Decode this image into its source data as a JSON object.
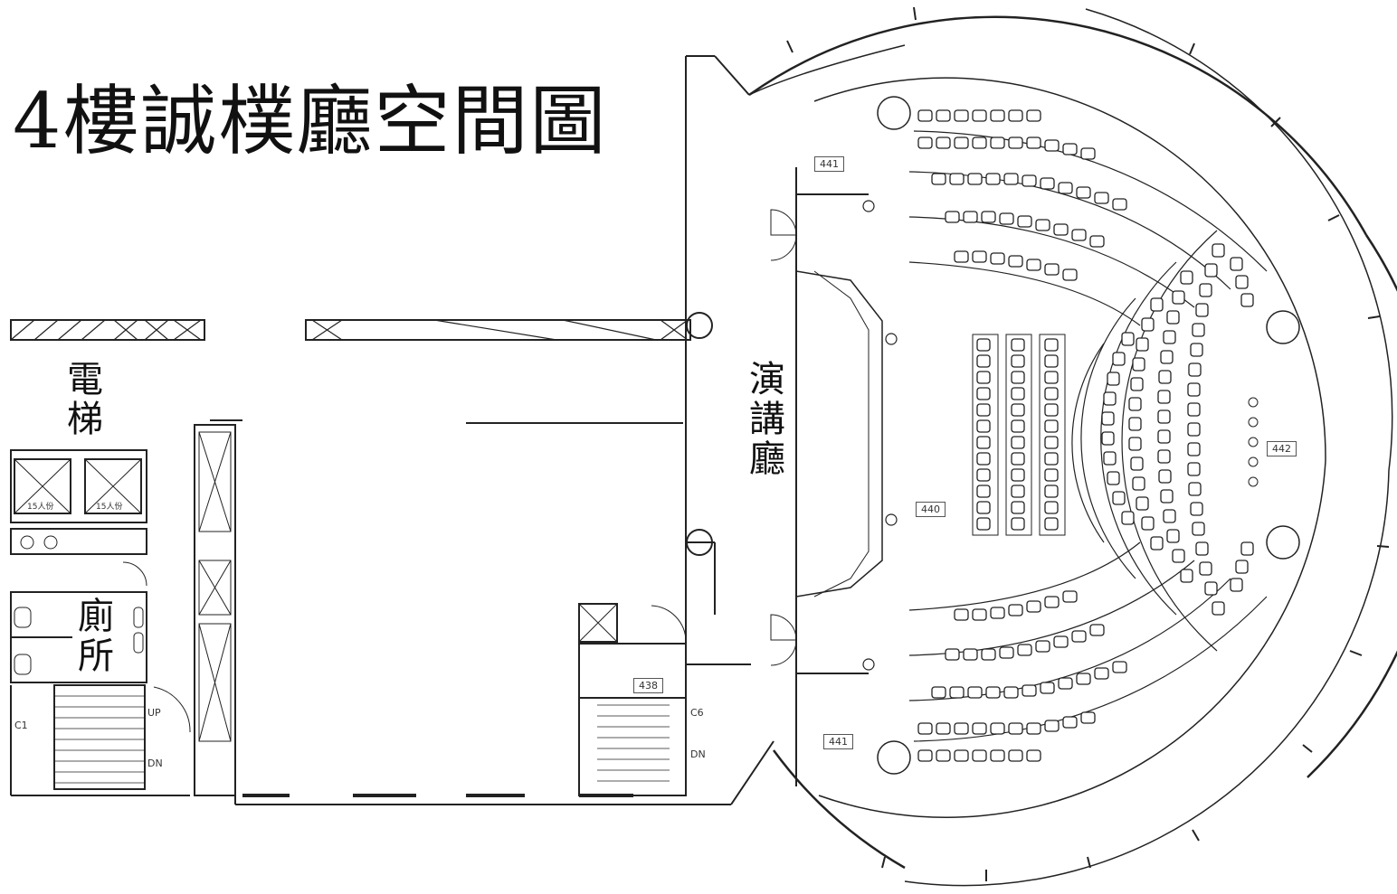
{
  "title": "4樓誠樸廳空間圖",
  "labels": {
    "elevator": "電梯",
    "hall": "演講廳",
    "toilet": "廁所"
  },
  "rooms": {
    "r440": "440",
    "r441_top": "441",
    "r441_bottom": "441",
    "r442": "442",
    "r438": "438"
  },
  "stairs": {
    "up": "UP",
    "dn_left": "DN",
    "dn_right": "DN",
    "c1": "C1",
    "c6": "C6",
    "elev_cap": "15人份"
  }
}
